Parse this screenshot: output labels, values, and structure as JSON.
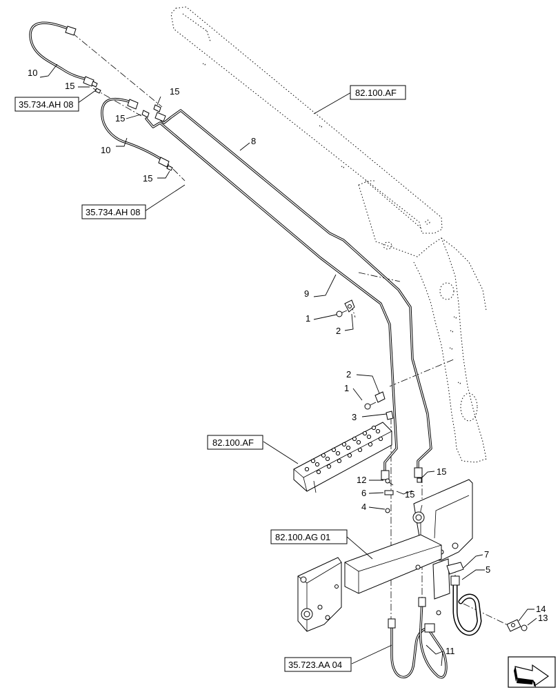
{
  "callouts": {
    "c10a": "10",
    "c15a": "15",
    "c15b": "15",
    "c15c": "15",
    "c10b": "10",
    "c15d": "15",
    "c8": "8",
    "c9": "9",
    "c1a": "1",
    "c2a": "2",
    "c2b": "2",
    "c1b": "1",
    "c3": "3",
    "c12": "12",
    "c6": "6",
    "c4": "4",
    "c15e": "15",
    "c15f": "15",
    "c7": "7",
    "c5": "5",
    "c14": "14",
    "c13": "13",
    "c11": "11"
  },
  "references": {
    "ref_35734_top": "35.734.AH 08",
    "ref_35734_mid": "35.734.AH 08",
    "ref_82100af_top": "82.100.AF",
    "ref_82100af_step": "82.100.AF",
    "ref_82100ag": "82.100.AG 01",
    "ref_35723": "35.723.AA 04"
  },
  "icons": {
    "nav_icon": "next-page-arrow-icon"
  }
}
